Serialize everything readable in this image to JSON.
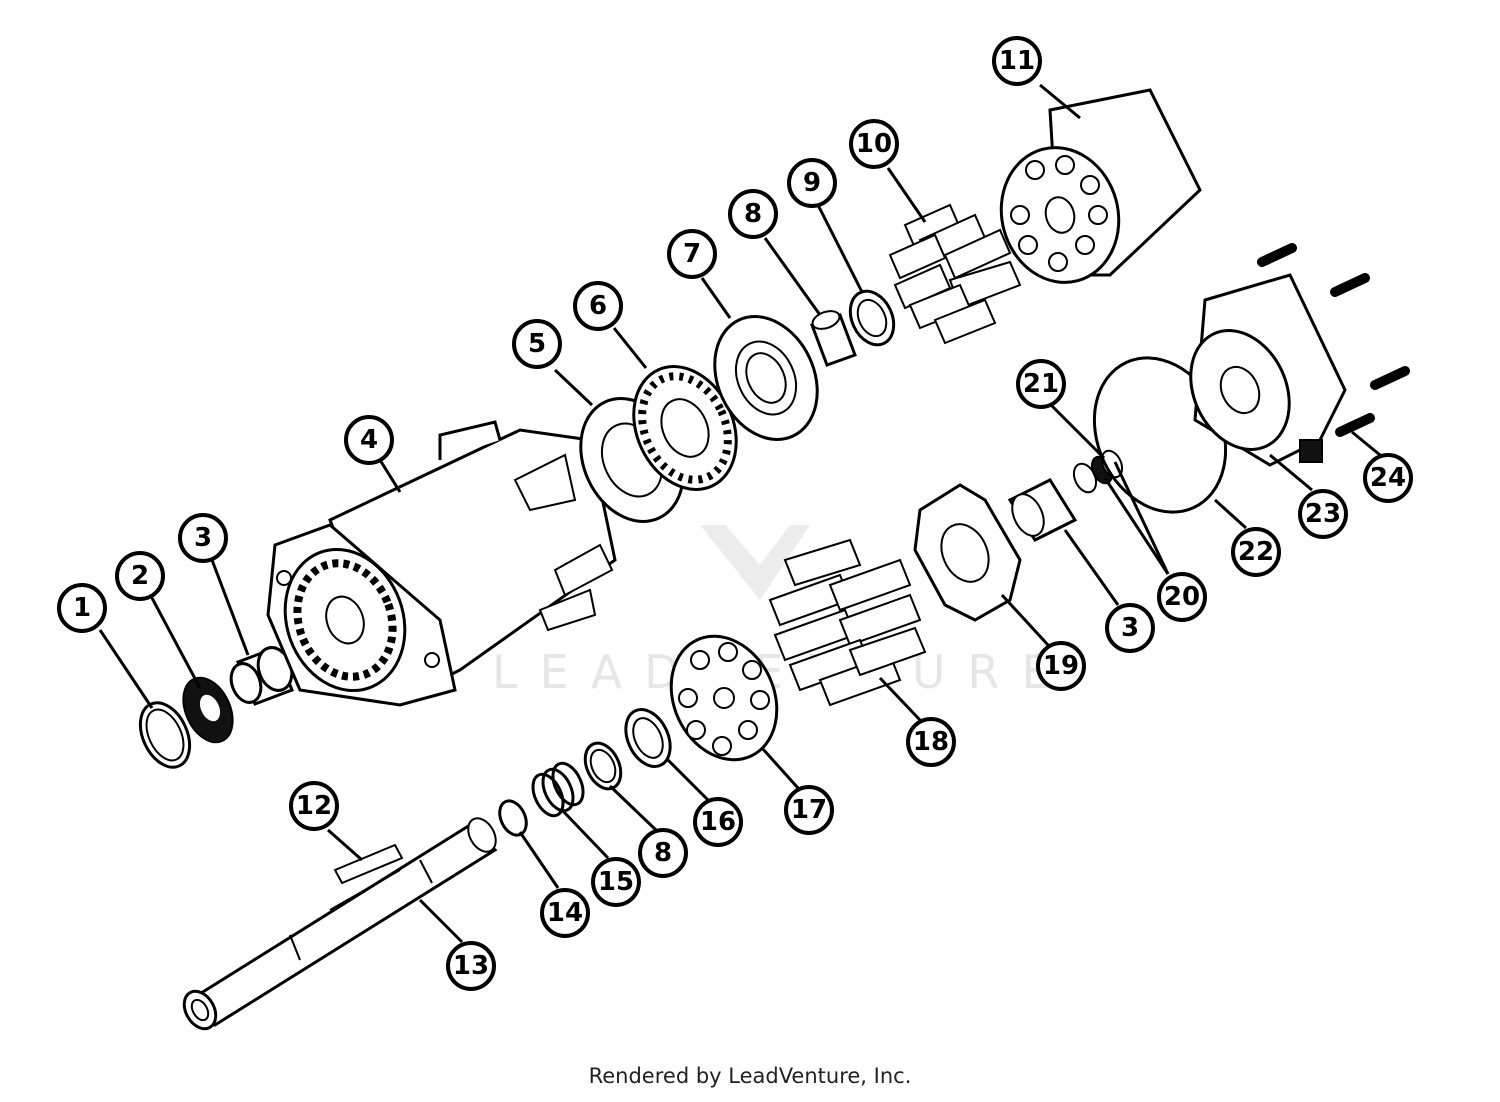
{
  "callouts": [
    {
      "id": "c1",
      "label": "1"
    },
    {
      "id": "c2",
      "label": "2"
    },
    {
      "id": "c3a",
      "label": "3"
    },
    {
      "id": "c4",
      "label": "4"
    },
    {
      "id": "c5",
      "label": "5"
    },
    {
      "id": "c6",
      "label": "6"
    },
    {
      "id": "c7",
      "label": "7"
    },
    {
      "id": "c8a",
      "label": "8"
    },
    {
      "id": "c9",
      "label": "9"
    },
    {
      "id": "c10",
      "label": "10"
    },
    {
      "id": "c11",
      "label": "11"
    },
    {
      "id": "c12",
      "label": "12"
    },
    {
      "id": "c13",
      "label": "13"
    },
    {
      "id": "c14",
      "label": "14"
    },
    {
      "id": "c15",
      "label": "15"
    },
    {
      "id": "c8b",
      "label": "8"
    },
    {
      "id": "c16",
      "label": "16"
    },
    {
      "id": "c17",
      "label": "17"
    },
    {
      "id": "c18",
      "label": "18"
    },
    {
      "id": "c19",
      "label": "19"
    },
    {
      "id": "c3b",
      "label": "3"
    },
    {
      "id": "c20",
      "label": "20"
    },
    {
      "id": "c21",
      "label": "21"
    },
    {
      "id": "c22",
      "label": "22"
    },
    {
      "id": "c23",
      "label": "23"
    },
    {
      "id": "c24",
      "label": "24"
    }
  ],
  "watermark": "LEADVENTURE",
  "footer": "Rendered by LeadVenture, Inc.",
  "colors": {
    "ink": "#000000",
    "watermark": "#e6e6e6",
    "background": "#ffffff"
  }
}
